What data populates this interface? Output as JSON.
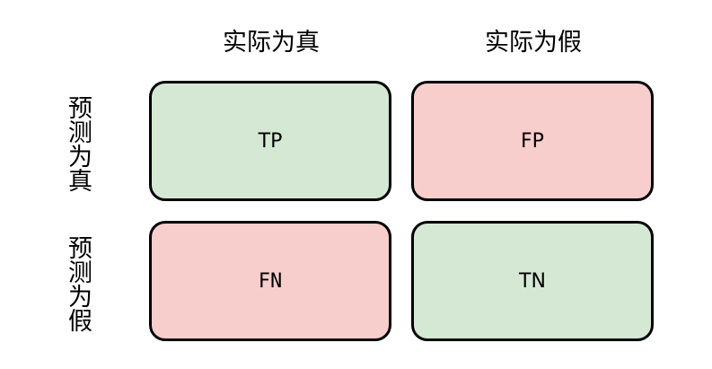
{
  "columns": {
    "actual_true": "实际为真",
    "actual_false": "实际为假"
  },
  "rows": {
    "predicted_true": "预测为真",
    "predicted_false": "预测为假"
  },
  "cells": {
    "tp": {
      "label": "TP",
      "color": "#d5e8d4"
    },
    "fp": {
      "label": "FP",
      "color": "#f8cecc"
    },
    "fn": {
      "label": "FN",
      "color": "#f8cecc"
    },
    "tn": {
      "label": "TN",
      "color": "#d5e8d4"
    }
  }
}
